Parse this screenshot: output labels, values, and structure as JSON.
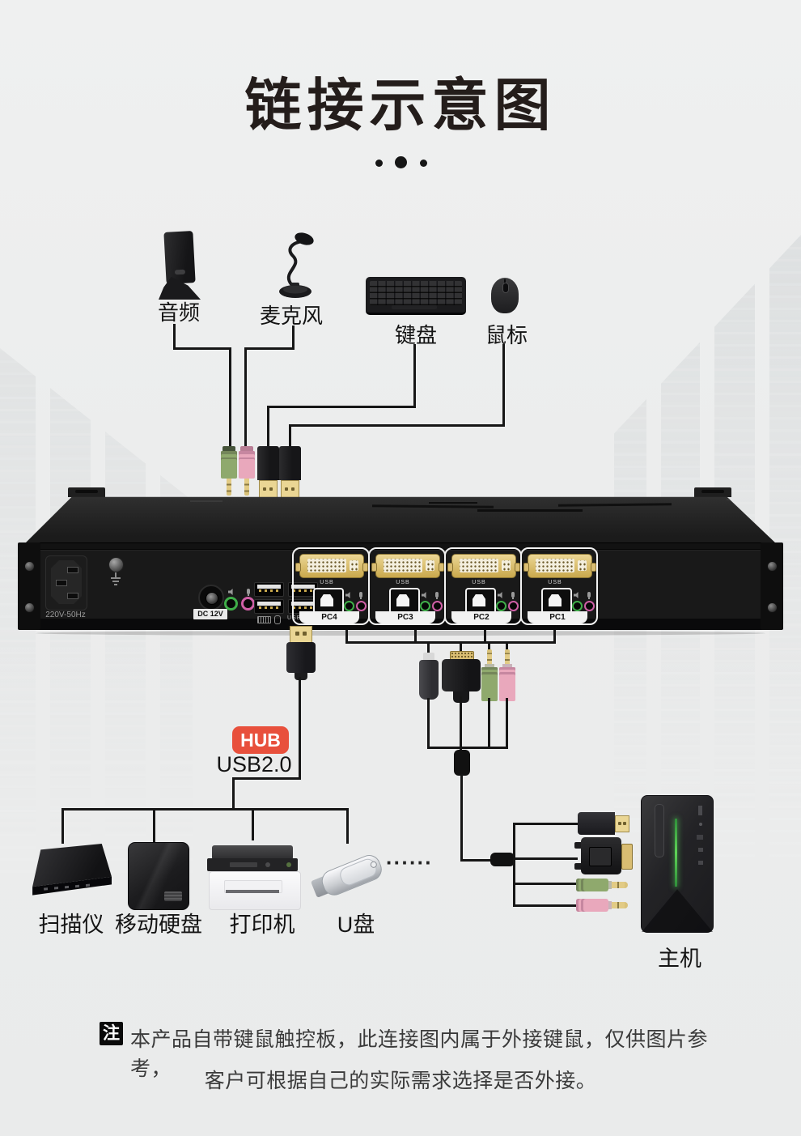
{
  "title": "链接示意图",
  "top_devices": {
    "audio": "音频",
    "microphone": "麦克风",
    "keyboard": "键盘",
    "mouse": "鼠标"
  },
  "kvm": {
    "ac_label": "220V-50Hz",
    "dc_label": "DC 12V",
    "hub_ports_label": "USB HUB",
    "ports": [
      {
        "usb": "USB",
        "name": "PC4"
      },
      {
        "usb": "USB",
        "name": "PC3"
      },
      {
        "usb": "USB",
        "name": "PC2"
      },
      {
        "usb": "USB",
        "name": "PC1"
      }
    ]
  },
  "hub": {
    "badge": "HUB",
    "standard": "USB2.0"
  },
  "bottom_devices": {
    "scanner": "扫描仪",
    "hard_drive": "移动硬盘",
    "printer": "打印机",
    "usb_drive": "U盘",
    "more": "······"
  },
  "host": {
    "label": "主机"
  },
  "note": {
    "badge": "注",
    "line1": "本产品自带键鼠触控板，此连接图内属于外接键鼠，仅供图片参考，",
    "line2": "客户可根据自己的实际需求选择是否外接。"
  },
  "colors": {
    "accent_red": "#e8503c",
    "plug_green": "#8fa96d",
    "plug_pink": "#e9a8bc",
    "gold": "#e7d08e",
    "jack_ring_green": "#3fae49",
    "jack_ring_pink": "#cf5fa6",
    "line": "#161616",
    "device_body": "#141414"
  }
}
